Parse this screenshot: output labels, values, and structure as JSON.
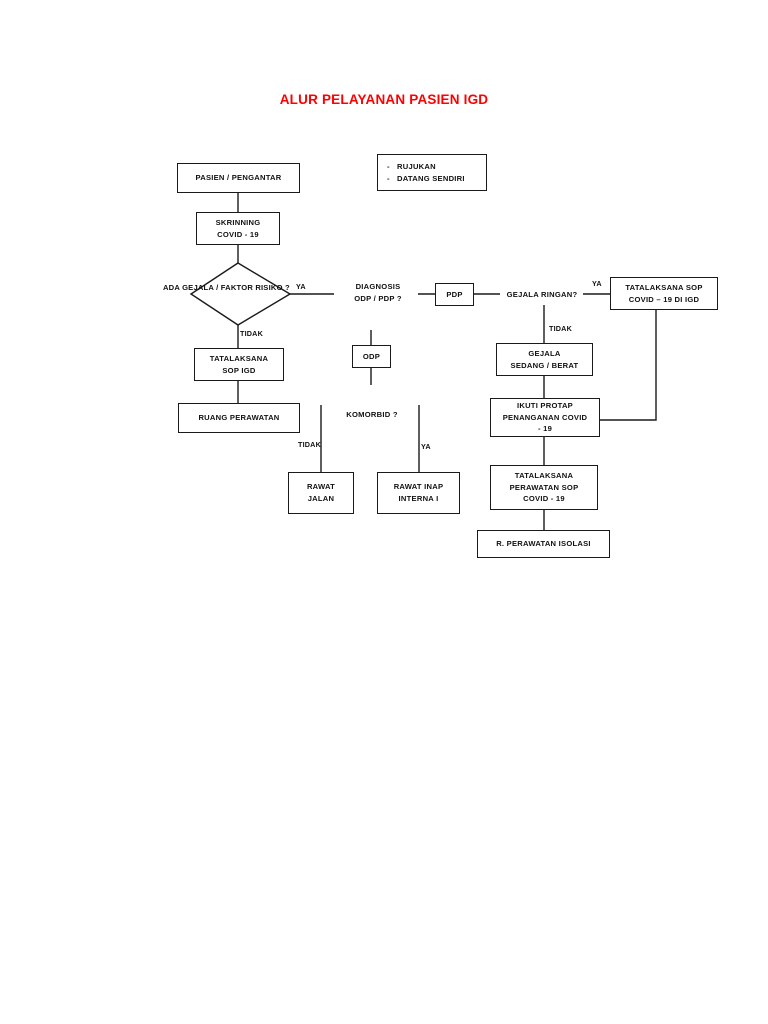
{
  "document": {
    "title": "ALUR PELAYANAN PASIEN IGD"
  },
  "nodes": {
    "pasien_pengantar": "PASIEN / PENGANTAR",
    "sumber_list": {
      "item1": "RUJUKAN",
      "item2": "DATANG SENDIRI",
      "bullet": "-"
    },
    "skrining": {
      "line1": "SKRINNING",
      "line2": "COVID - 19"
    },
    "ada_gejala": "ADA GEJALA / FAKTOR RISIKO ?",
    "diagnosis": {
      "line1": "DIAGNOSIS",
      "line2": "ODP / PDP ?"
    },
    "pdp": "PDP",
    "odp": "ODP",
    "gejala_ringan": "GEJALA RINGAN?",
    "tatalaksana_sop_covid_igd": {
      "line1": "TATALAKSANA SOP",
      "line2": "COVID – 19 DI IGD"
    },
    "tatalaksana_sop_igd": {
      "line1": "TATALAKSANA",
      "line2": "SOP IGD"
    },
    "ruang_perawatan": "RUANG PERAWATAN",
    "gejala_sedang_berat": {
      "line1": "GEJALA",
      "line2": "SEDANG / BERAT"
    },
    "komorbid": "KOMORBID ?",
    "ikuti_protap": {
      "line1": "IKUTI PROTAP",
      "line2": "PENANGANAN COVID",
      "line3": "- 19"
    },
    "tatalaksana_perawatan_sop": {
      "line1": "TATALAKSANA",
      "line2": "PERAWATAN SOP",
      "line3": "COVID - 19"
    },
    "rawat_jalan": {
      "line1": "RAWAT",
      "line2": "JALAN"
    },
    "rawat_inap": {
      "line1": "RAWAT  INAP",
      "line2": "INTERNA I"
    },
    "r_perawatan_isolasi": "R. PERAWATAN ISOLASI"
  },
  "edge_labels": {
    "ya_gejala": "YA",
    "tidak_gejala": "TIDAK",
    "ya_ringan": "YA",
    "tidak_ringan": "TIDAK",
    "tidak_komorbid": "TIDAK",
    "ya_komorbid": "YA"
  },
  "colors": {
    "title": "#ff0000",
    "stroke": "#1a1a1a",
    "text": "#111111",
    "background": "#ffffff"
  }
}
